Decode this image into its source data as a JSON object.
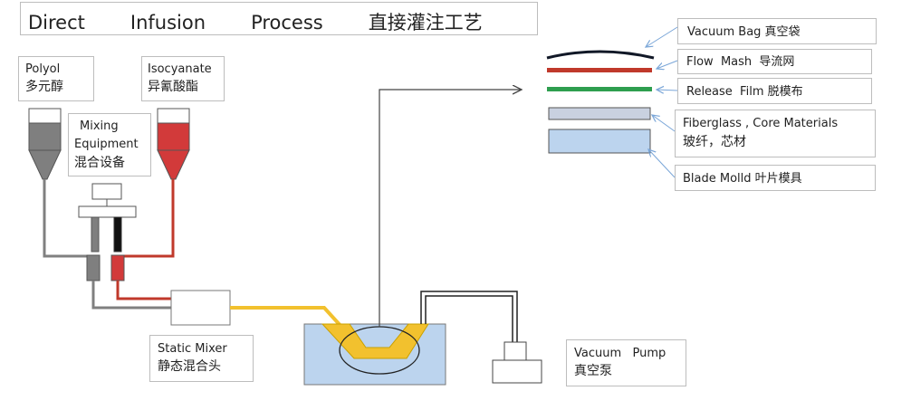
{
  "title": "Direct   Infusion   Process   直接灌注工艺",
  "inputs": {
    "polyol": {
      "en": "Polyol",
      "zh": "多元醇"
    },
    "isocyanate": {
      "en": "Isocyanate",
      "zh": "异氰酸酯"
    },
    "mixing": {
      "en1": "Mixing",
      "en2": "Equipment",
      "zh": "混合设备"
    }
  },
  "static_mixer": {
    "en": "Static Mixer",
    "zh": "静态混合头"
  },
  "vacuum_pump": {
    "en": "Vacuum   Pump",
    "zh": "真空泵"
  },
  "layers": [
    {
      "label": "Vacuum Bag 真空袋",
      "color": "#1a1a2e"
    },
    {
      "label": "Flow  Mash  导流网",
      "color": "#c0392b"
    },
    {
      "label": "Release  Film 脱模布",
      "color": "#2e9e4f"
    },
    {
      "label1": "Fiberglass , Core Materials",
      "label2": "玻纤，芯材",
      "color": "#c9d1e0"
    },
    {
      "label": "Blade Molld 叶片模具",
      "color": "#bcd4ee"
    }
  ],
  "colors": {
    "resin": "#f2c12e",
    "polyol_line": "#808080",
    "iso_line": "#c0392b",
    "mold": "#bcd4ee",
    "arrow": "#7aa6d8"
  }
}
